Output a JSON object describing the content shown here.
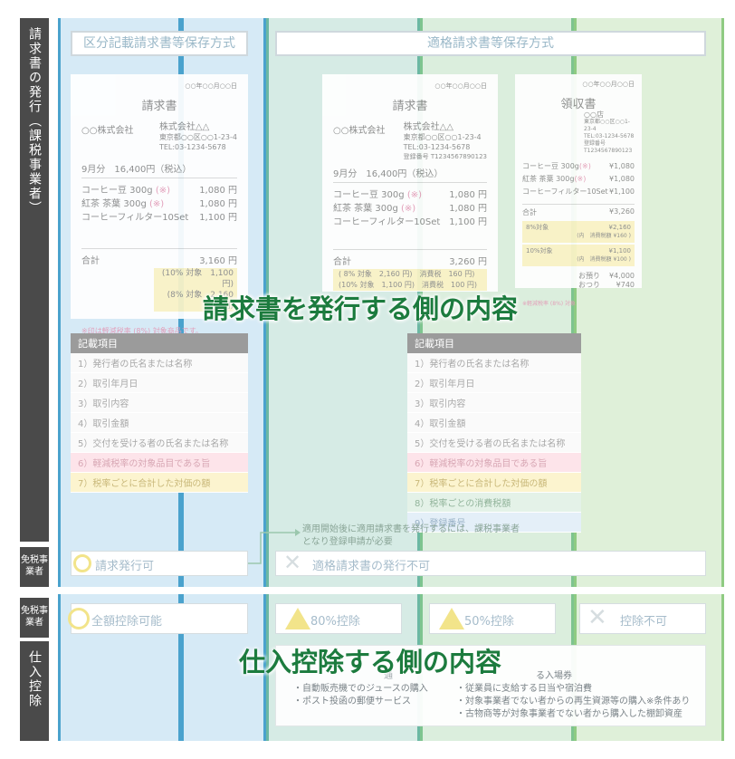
{
  "side": {
    "issue_label": "請求書の発行（課税事業者）",
    "tax_exempt_label": "免税事業者",
    "tax_exempt_label2": "免税事業者",
    "purchase_label": "仕入控除"
  },
  "headers": {
    "left": "区分記載請求書等保存方式",
    "right": "適格請求書等保存方式"
  },
  "invoice_left": {
    "date": "○○年○○月○○日",
    "title": "請求書",
    "to": "○○株式会社",
    "from_name": "株式会社△△",
    "from_addr": "東京都○○区○○1-23-4",
    "from_tel": "TEL:03-1234-5678",
    "period": "9月分　16,400円（税込）",
    "rows": [
      {
        "name": "コーヒー豆 300g",
        "mark": "(※)",
        "price": "1,080 円"
      },
      {
        "name": "紅茶 茶葉 300g",
        "mark": "(※)",
        "price": "1,080 円"
      },
      {
        "name": "コーヒーフィルター10Set",
        "mark": "",
        "price": "1,100 円"
      }
    ],
    "total_label": "合計",
    "total": "3,160 円",
    "sub1": "(10% 対象　1,100 円)",
    "sub2": "(8% 対象　2,160 円)",
    "note": "※印は軽減税率 (8%) 対象商品です。"
  },
  "invoice_right": {
    "date": "○○年○○月○○日",
    "title": "請求書",
    "to": "○○株式会社",
    "from_name": "株式会社△△",
    "from_addr": "東京都○○区○○1-23-4",
    "from_tel": "TEL:03-1234-5678",
    "reg": "登録番号 T1234567890123",
    "period": "9月分　16,400円（税込）",
    "rows": [
      {
        "name": "コーヒー豆 300g",
        "mark": "(※)",
        "price": "1,080 円"
      },
      {
        "name": "紅茶 茶葉 300g",
        "mark": "(※)",
        "price": "1,080 円"
      },
      {
        "name": "コーヒーフィルター10Set",
        "mark": "",
        "price": "1,100 円"
      }
    ],
    "total_label": "合計",
    "total": "3,260 円",
    "sub1": "( 8% 対象　2,160 円)　消費税　160 円)",
    "sub2": "(10% 対象　1,100 円)　消費税　100 円)"
  },
  "receipt": {
    "date": "○○年○○月○○日",
    "title": "領収書",
    "shop": "○○店",
    "addr": "東京都○○区○○1-23-4",
    "tel": "TEL:03-1234-5678",
    "reg": "登録番号 T1234567890123",
    "rows": [
      {
        "name": "コーヒー豆 300g",
        "mark": "(※)",
        "price": "¥1,080"
      },
      {
        "name": "紅茶 茶葉 300g",
        "mark": "(※)",
        "price": "¥1,080"
      },
      {
        "name": "コーヒーフィルター10Set",
        "mark": "",
        "price": "¥1,100"
      }
    ],
    "total_label": "合計",
    "total": "¥3,260",
    "t8": "8%対象",
    "t8v": "¥2,160",
    "t8tax": "(内　消費税額 ¥160 )",
    "t10": "10%対象",
    "t10v": "¥1,100",
    "t10tax": "(内　消費税額 ¥100 )",
    "paid": "お預り",
    "paid_v": "¥4,000",
    "change": "おつり",
    "change_v": "¥740",
    "note": "※軽減税率 (8%) 対象"
  },
  "items_left": {
    "title": "記載項目",
    "list": [
      "1）発行者の氏名または名称",
      "2）取引年月日",
      "3）取引内容",
      "4）取引金額",
      "5）交付を受ける者の氏名または名称",
      "6）軽減税率の対象品目である旨",
      "7）税率ごとに合計した対価の額"
    ]
  },
  "items_right": {
    "title": "記載項目",
    "list": [
      "1）発行者の氏名または名称",
      "2）取引年月日",
      "3）取引内容",
      "4）取引金額",
      "5）交付を受ける者の氏名または名称",
      "6）軽減税率の対象品目である旨",
      "7）税率ごとに合計した対価の額",
      "8）税率ごとの消費税額",
      "9）登録番号"
    ]
  },
  "overlay_top": "請求書を発行する側の内容",
  "overlay_bottom": "仕入控除する側の内容",
  "issue_note": "適用開始後に適用請求書を発行するには、課税事業者となり登録申請が必要",
  "issue_ok": "請求発行可",
  "issue_ng": "適格請求書の発行不可",
  "deduct": [
    "全額控除可能",
    "80%控除",
    "50%控除",
    "控除不可"
  ],
  "exceptions_left": [
    "・自動販売機でのジュースの購入",
    "・ポスト投函の郵便サービス"
  ],
  "exceptions_right": [
    "る入場券",
    "・従業員に支給する日当や宿泊費",
    "・対象事業者でない者からの再生資源等の購入※条件あり",
    "・古物商等が対象事業者でない者から購入した棚卸資産"
  ],
  "exceptions_left_partial": "通"
}
